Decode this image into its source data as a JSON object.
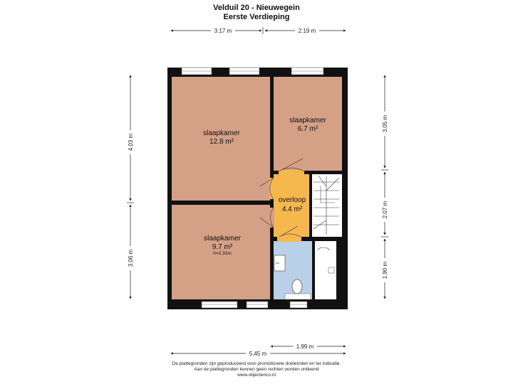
{
  "header": {
    "title": "Velduil 20 - Nieuwegein",
    "subtitle": "Eerste Verdieping"
  },
  "dimensions": {
    "top_left": "3.17 m",
    "top_right": "2.19 m",
    "left_top": "4.03 m",
    "left_bottom": "3.06 m",
    "right_top": "3.05 m",
    "right_middle": "2.07 m",
    "right_bottom": "1.90 m",
    "bottom_inner": "1.99 m",
    "bottom_total": "5.45 m"
  },
  "rooms": {
    "bedroom_large": {
      "name": "slaapkamer",
      "area": "12.8 m²"
    },
    "bedroom_small": {
      "name": "slaapkamer",
      "area": "6.7 m²"
    },
    "landing": {
      "name": "overloop",
      "area": "4.4 m²"
    },
    "bedroom_medium": {
      "name": "slaapkamer",
      "area": "9.7 m²",
      "height": "h=2.31m"
    }
  },
  "colors": {
    "bedroom": "#D4A086",
    "landing": "#F5B84E",
    "bathroom": "#B8D0E8",
    "wall": "#111111"
  },
  "footer": {
    "line1": "De plattegronden zijn geproduceerd voor promotionele doeleinden en ter indicatie.",
    "line2": "Aan de plattegronden kunnen geen rechten worden ontleend",
    "line3": "www.objectenco.nl"
  }
}
